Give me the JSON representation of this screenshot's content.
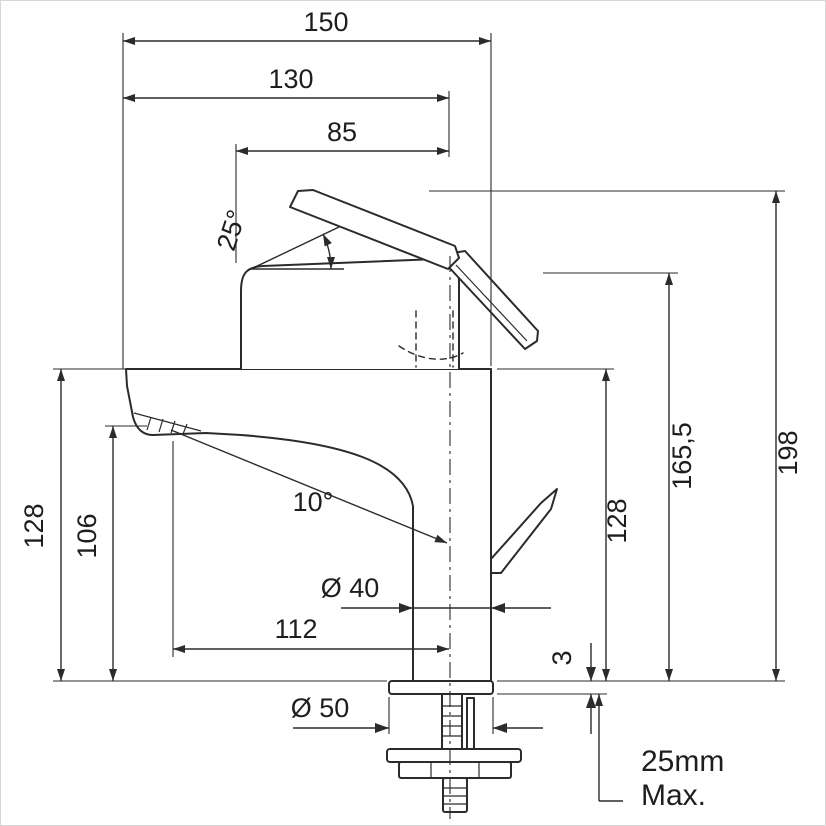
{
  "page": {
    "background": "#ffffff",
    "line_color": "#2b2b2b"
  },
  "drawing": {
    "subject": "single-lever basin mixer tap, dimensioned side elevation",
    "dims": {
      "w150": "150",
      "w130": "130",
      "w85": "85",
      "a25": "25°",
      "a10": "10°",
      "h198": "198",
      "h165": "165,5",
      "h128r": "128",
      "h128l": "128",
      "h106": "106",
      "d40": "Ø 40",
      "w112": "112",
      "h3": "3",
      "d50": "Ø 50",
      "max_line1": "25mm",
      "max_line2": "Max."
    }
  }
}
